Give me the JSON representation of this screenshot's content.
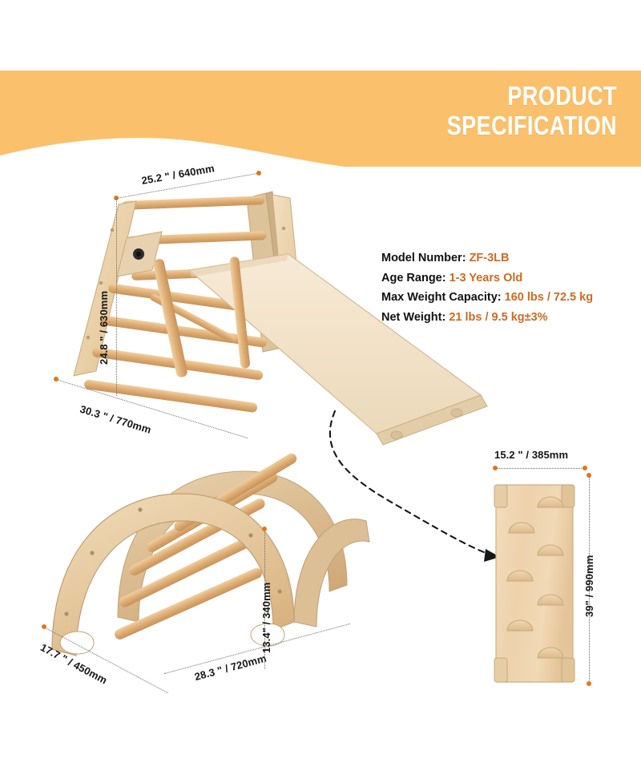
{
  "banner": {
    "title_line1": "PRODUCT",
    "title_line2": "SPECIFICATION",
    "bg_color": "#fbc06c"
  },
  "specs": {
    "accent_color": "#cf6a1f",
    "rows": [
      {
        "label": "Model Number:",
        "value": "ZF-3LB"
      },
      {
        "label": "Age Range:",
        "value": "1-3 Years Old"
      },
      {
        "label": "Max Weight Capacity:",
        "value": "160 lbs / 72.5 kg"
      },
      {
        "label": "Net Weight:",
        "value": "21 lbs / 9.5 kg±3%"
      }
    ]
  },
  "dimensions": {
    "triangle_top": "25.2 \" / 640mm",
    "triangle_height": "24.8 \" / 630mm",
    "triangle_base": "30.3 \" / 770mm",
    "arch_depth": "17.7 \" / 450mm",
    "arch_width": "28.3 \" / 720mm",
    "arch_height": "13.4\" / 340mm",
    "ramp_width": "15.2 \" / 385mm",
    "ramp_length": "39\" / 990mm"
  },
  "products": {
    "triangle_name": "pikler-triangle-climber",
    "ramp_name": "slide-ramp-board",
    "arch_name": "arch-rocker-climber",
    "panel_name": "climbing-ramp-panel"
  }
}
